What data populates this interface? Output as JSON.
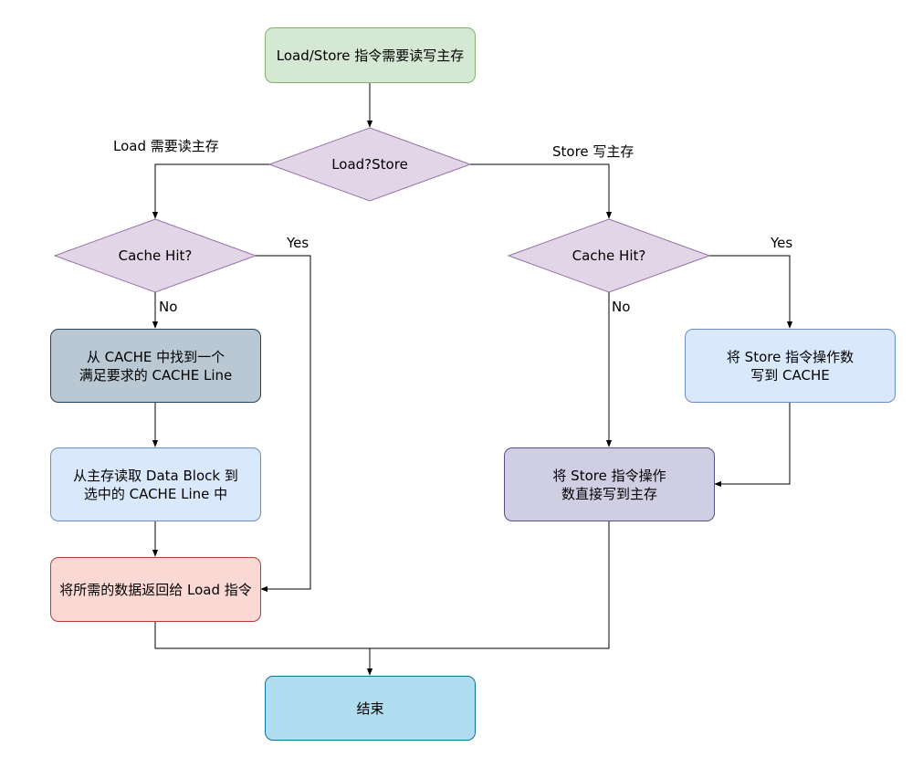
{
  "colors": {
    "green_fill": "#d5e8d4",
    "green_stroke": "#82b366",
    "purple_fill": "#e1d5e7",
    "purple_stroke": "#9673a6",
    "slate_fill": "#bac8d3",
    "slate_stroke": "#23445d",
    "blue_fill": "#dae8fc",
    "blue_stroke": "#6c8ebf",
    "red_fill": "#fad9d5",
    "red_stroke": "#ae4132",
    "lavender_fill": "#d0cee2",
    "lavender_stroke": "#56517e",
    "cyan_fill": "#b1ddf0",
    "cyan_stroke": "#10739e",
    "edge": "#000000"
  },
  "nodes": {
    "start": "Load/Store 指令需要读写主存",
    "decision_type": "Load?Store",
    "decision_load_hit": "Cache Hit?",
    "decision_store_hit": "Cache Hit?",
    "find_line": "从 CACHE 中找到一个\n满足要求的 CACHE Line",
    "read_block": "从主存读取 Data Block 到\n选中的 CACHE Line 中",
    "return_data": "将所需的数据返回给 Load 指令",
    "store_cache": "将 Store 指令操作数\n写到 CACHE",
    "store_memory": "将 Store 指令操作\n数直接写到主存",
    "end": "结束"
  },
  "edge_labels": {
    "load_branch": "Load 需要读主存",
    "store_branch": "Store 写主存",
    "load_yes": "Yes",
    "load_no": "No",
    "store_yes": "Yes",
    "store_no": "No"
  }
}
